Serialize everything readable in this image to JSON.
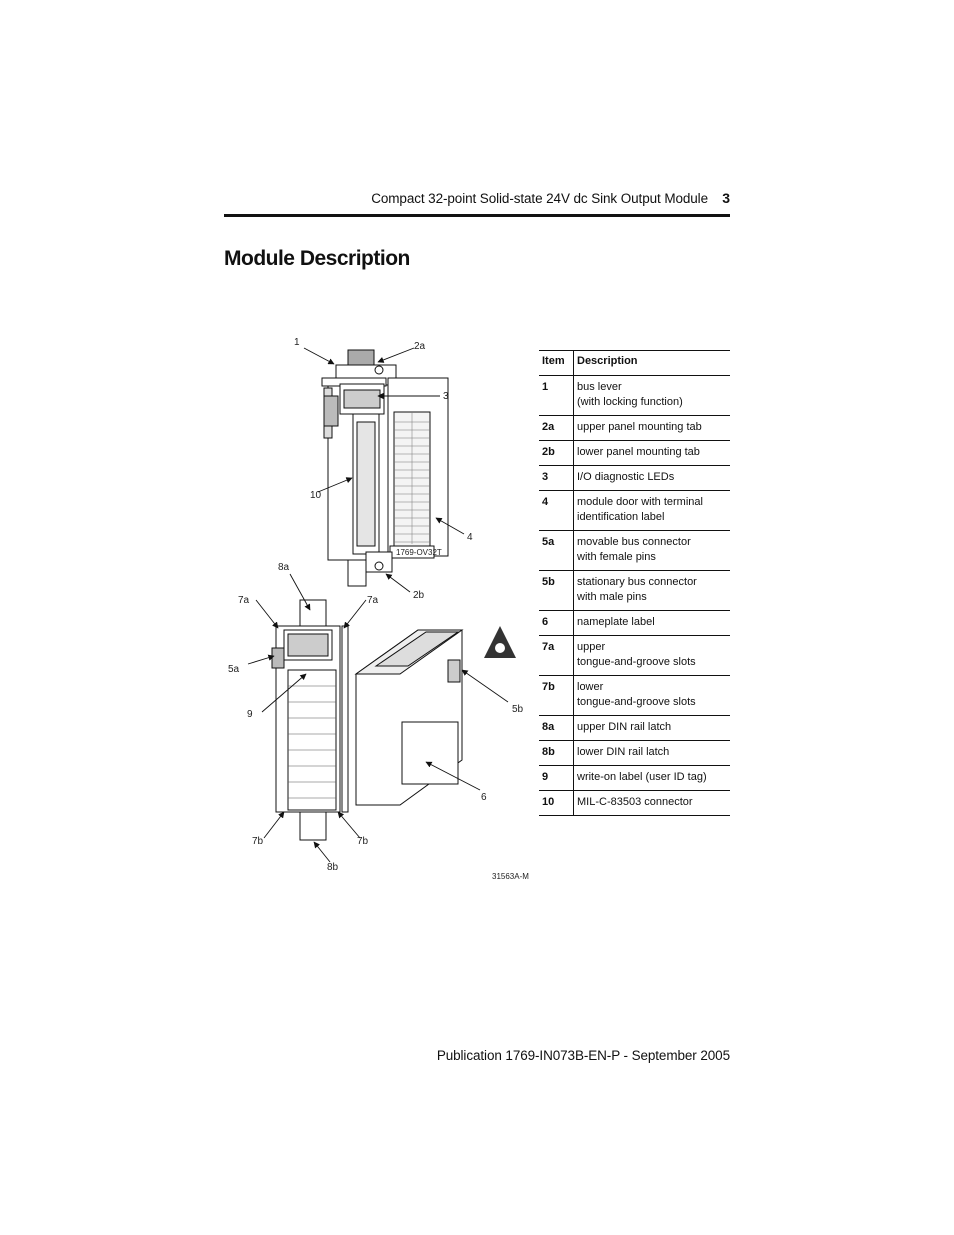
{
  "header": {
    "title": "Compact 32-point Solid-state 24V dc Sink Output Module",
    "page_number": "3"
  },
  "section_title": "Module Description",
  "figure": {
    "id": "31563A-M",
    "panel_label": "1769-OV32T",
    "callouts": [
      "1",
      "2a",
      "3",
      "10",
      "4",
      "2b",
      "8a",
      "7a",
      "7a",
      "5a",
      "9",
      "5b",
      "6",
      "7b",
      "7b",
      "8b"
    ]
  },
  "table": {
    "headers": [
      "Item",
      "Description"
    ],
    "rows": [
      {
        "item": "1",
        "lines": [
          "bus lever",
          "(with locking function)"
        ]
      },
      {
        "item": "2a",
        "lines": [
          "upper panel mounting tab"
        ]
      },
      {
        "item": "2b",
        "lines": [
          "lower panel mounting tab"
        ]
      },
      {
        "item": "3",
        "lines": [
          "I/O diagnostic LEDs"
        ]
      },
      {
        "item": "4",
        "lines": [
          "module door with terminal",
          "identification label"
        ]
      },
      {
        "item": "5a",
        "lines": [
          "movable bus connector",
          "with female pins"
        ]
      },
      {
        "item": "5b",
        "lines": [
          "stationary bus connector",
          "with male pins"
        ]
      },
      {
        "item": "6",
        "lines": [
          "nameplate label"
        ]
      },
      {
        "item": "7a",
        "lines": [
          "upper",
          "tongue-and-groove slots"
        ]
      },
      {
        "item": "7b",
        "lines": [
          "lower",
          "tongue-and-groove slots"
        ]
      },
      {
        "item": "8a",
        "lines": [
          "upper DIN rail latch"
        ]
      },
      {
        "item": "8b",
        "lines": [
          "lower DIN rail latch"
        ]
      },
      {
        "item": "9",
        "lines": [
          "write-on label (user ID tag)"
        ]
      },
      {
        "item": "10",
        "lines": [
          "MIL-C-83503 connector"
        ]
      }
    ]
  },
  "footer": {
    "publication": "Publication 1769-IN073B-EN-P - September 2005"
  }
}
